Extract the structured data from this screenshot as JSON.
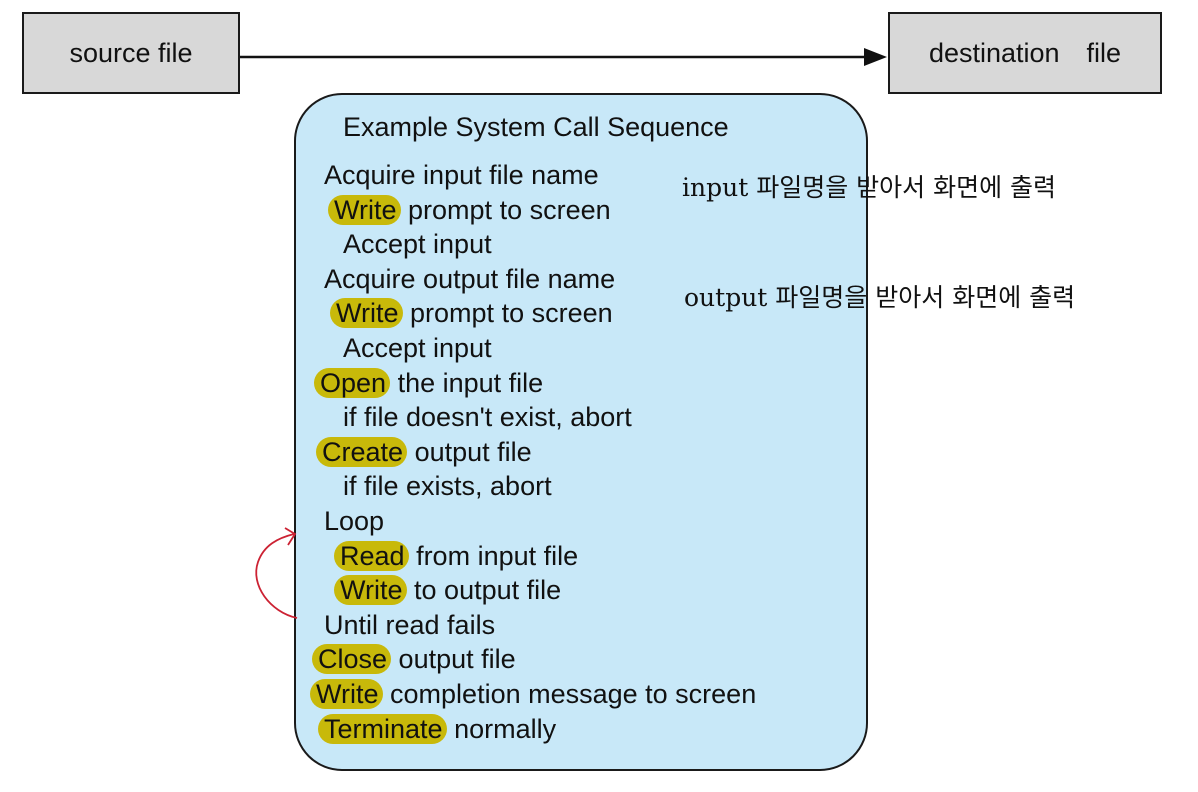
{
  "nodes": {
    "source": "source file",
    "destination": "destination  file"
  },
  "panel": {
    "title": "Example System Call Sequence",
    "lines": [
      {
        "hl": "",
        "text": "Acquire input file name"
      },
      {
        "hl": "Write",
        "text": "prompt to screen"
      },
      {
        "hl": "",
        "text": "Accept input"
      },
      {
        "hl": "",
        "text": "Acquire output file name"
      },
      {
        "hl": "Write",
        "text": "prompt to screen"
      },
      {
        "hl": "",
        "text": "Accept input"
      },
      {
        "hl": "Open",
        "text": "the input file"
      },
      {
        "hl": "",
        "text": "if file doesn't exist, abort"
      },
      {
        "hl": "Create",
        "text": "output file"
      },
      {
        "hl": "",
        "text": "if file exists, abort"
      },
      {
        "hl": "",
        "text": "Loop"
      },
      {
        "hl": "Read",
        "text": "from input file"
      },
      {
        "hl": "Write",
        "text": "to output file"
      },
      {
        "hl": "",
        "text": "Until read fails"
      },
      {
        "hl": "Close",
        "text": "output file"
      },
      {
        "hl": "Write",
        "text": "completion message to screen"
      },
      {
        "hl": "Terminate",
        "text": "normally"
      }
    ]
  },
  "notes": {
    "input": "input 파일명을 받아서 화면에 출력",
    "output": "output 파일명을 받아서 화면에 출력"
  },
  "colors": {
    "panel_fill": "#c8e8f8",
    "node_fill": "#d8d8d8",
    "highlight": "#c8b90a",
    "loop_mark": "#cc2233"
  }
}
